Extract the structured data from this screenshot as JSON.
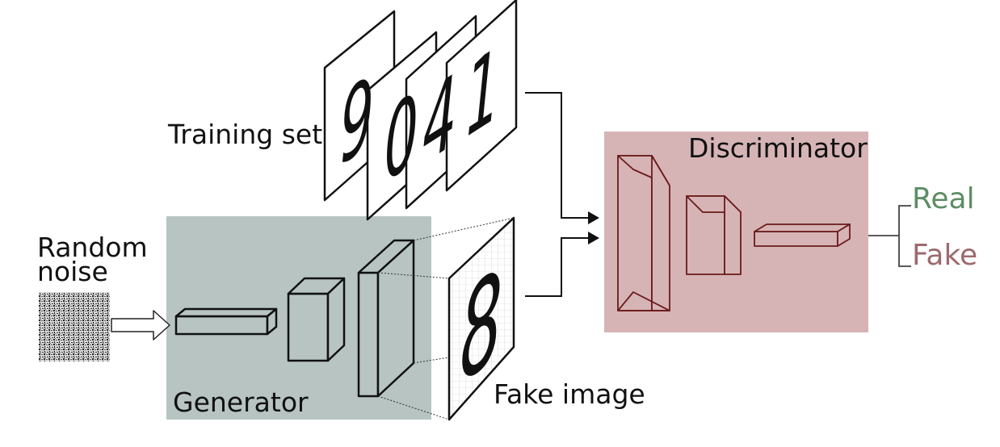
{
  "labels": {
    "training_set": "Training set",
    "random_noise_line1": "Random",
    "random_noise_line2": "noise",
    "generator": "Generator",
    "fake_image": "Fake image",
    "discriminator": "Discriminator",
    "real": "Real",
    "fake": "Fake"
  },
  "training_digits": [
    "9",
    "0",
    "4",
    "1"
  ],
  "fake_digit": "8",
  "colors": {
    "generator_box": "#b7c4c2",
    "discriminator_box": "#d6b4b5",
    "discriminator_stroke": "#6b1a1a",
    "real_text": "#5e8d63",
    "fake_text": "#9d6a6d",
    "line": "#111111"
  }
}
